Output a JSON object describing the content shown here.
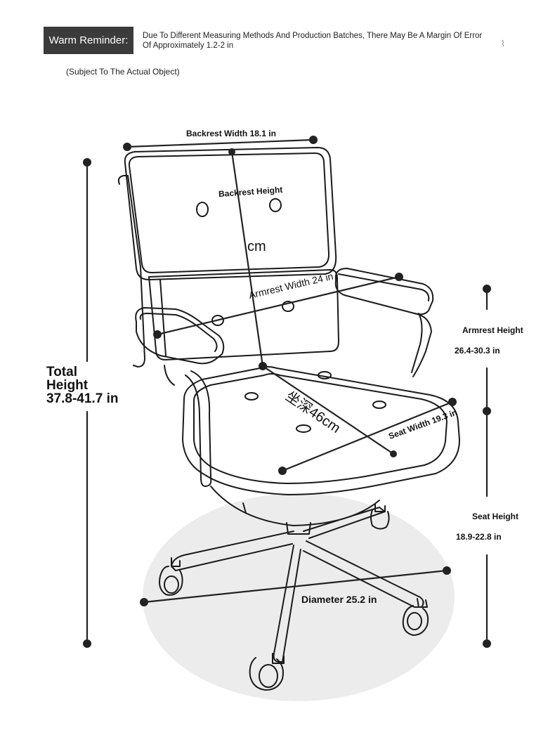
{
  "reminder": {
    "badge": "Warm Reminder:",
    "text_line1": "Due To Different Measuring Methods And Production Batches, There May Be A Margin Of Error",
    "text_line2": "Of Approximately 1.2-2 in",
    "subject_note": "(Subject To The Actual Object)"
  },
  "dimensions": {
    "backrest_width": "Backrest Width 18.1 in",
    "backrest_height": "Backrest Height",
    "backrest_height_unit": "cm",
    "armrest_width": "Armrest Width 24 in",
    "seat_depth": "坐深46cm",
    "seat_width": "Seat Width 19.3 in",
    "diameter": "Diameter 25.2 in",
    "total_height_line1": "Total",
    "total_height_line2": "Height",
    "total_height_value": "37.8-41.7 in",
    "armrest_height_label": "Armrest Height",
    "armrest_height_value": "26.4-30.3 in",
    "seat_height_label": "Seat Height",
    "seat_height_value": "18.9-22.8 in"
  },
  "colors": {
    "reminder_bg": "#3b3b3b",
    "dimension_line": "#222222",
    "floor_shadow": "#ececec"
  }
}
